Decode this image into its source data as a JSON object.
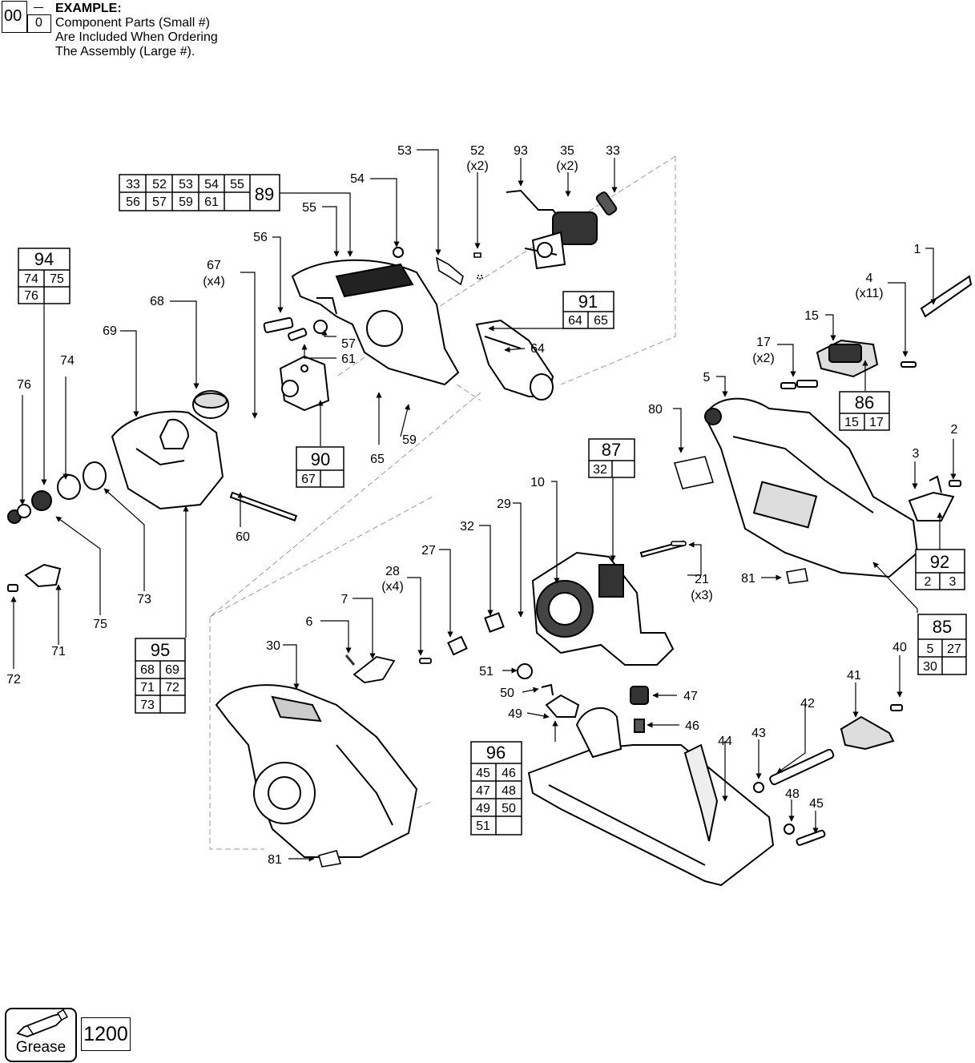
{
  "example": {
    "big": "00",
    "small": "0",
    "title": "EXAMPLE:",
    "line1": "Component Parts (Small #)",
    "line2": "Are Included When Ordering",
    "line3": "The Assembly (Large #)."
  },
  "callouts": [
    {
      "id": "c53",
      "text": "53"
    },
    {
      "id": "c52",
      "text": "52",
      "sub": "(x2)"
    },
    {
      "id": "c93",
      "text": "93"
    },
    {
      "id": "c35",
      "text": "35",
      "sub": "(x2)"
    },
    {
      "id": "c33",
      "text": "33"
    },
    {
      "id": "c54",
      "text": "54"
    },
    {
      "id": "c55",
      "text": "55"
    },
    {
      "id": "c56",
      "text": "56"
    },
    {
      "id": "c67",
      "text": "67",
      "sub": "(x4)"
    },
    {
      "id": "c68",
      "text": "68"
    },
    {
      "id": "c69",
      "text": "69"
    },
    {
      "id": "c74",
      "text": "74"
    },
    {
      "id": "c76",
      "text": "76"
    },
    {
      "id": "c57",
      "text": "57"
    },
    {
      "id": "c61",
      "text": "61"
    },
    {
      "id": "c64",
      "text": "64"
    },
    {
      "id": "c65",
      "text": "65"
    },
    {
      "id": "c59",
      "text": "59"
    },
    {
      "id": "c60",
      "text": "60"
    },
    {
      "id": "c73",
      "text": "73"
    },
    {
      "id": "c75",
      "text": "75"
    },
    {
      "id": "c71",
      "text": "71"
    },
    {
      "id": "c72",
      "text": "72"
    },
    {
      "id": "c1",
      "text": "1"
    },
    {
      "id": "c4",
      "text": "4",
      "sub": "(x11)"
    },
    {
      "id": "c15",
      "text": "15"
    },
    {
      "id": "c17",
      "text": "17",
      "sub": "(x2)"
    },
    {
      "id": "c5",
      "text": "5"
    },
    {
      "id": "c80",
      "text": "80"
    },
    {
      "id": "c2",
      "text": "2"
    },
    {
      "id": "c3",
      "text": "3"
    },
    {
      "id": "c10",
      "text": "10"
    },
    {
      "id": "c29",
      "text": "29"
    },
    {
      "id": "c32",
      "text": "32"
    },
    {
      "id": "c27",
      "text": "27"
    },
    {
      "id": "c28",
      "text": "28",
      "sub": "(x4)"
    },
    {
      "id": "c7",
      "text": "7"
    },
    {
      "id": "c6",
      "text": "6"
    },
    {
      "id": "c21",
      "text": "21",
      "sub": "(x3)"
    },
    {
      "id": "c81a",
      "text": "81"
    },
    {
      "id": "c30",
      "text": "30"
    },
    {
      "id": "c51",
      "text": "51"
    },
    {
      "id": "c50",
      "text": "50"
    },
    {
      "id": "c49",
      "text": "49"
    },
    {
      "id": "c47",
      "text": "47"
    },
    {
      "id": "c46",
      "text": "46"
    },
    {
      "id": "c44",
      "text": "44"
    },
    {
      "id": "c43",
      "text": "43"
    },
    {
      "id": "c42",
      "text": "42"
    },
    {
      "id": "c41",
      "text": "41"
    },
    {
      "id": "c40",
      "text": "40"
    },
    {
      "id": "c48",
      "text": "48"
    },
    {
      "id": "c45",
      "text": "45"
    },
    {
      "id": "c81b",
      "text": "81"
    }
  ],
  "assemblies": [
    {
      "id": "a89",
      "number": "89",
      "parts": [
        "33",
        "52",
        "53",
        "54",
        "55",
        "56",
        "57",
        "59",
        "61",
        ""
      ]
    },
    {
      "id": "a94",
      "number": "94",
      "parts": [
        "74",
        "75",
        "76",
        ""
      ]
    },
    {
      "id": "a91",
      "number": "91",
      "parts": [
        "64",
        "65"
      ]
    },
    {
      "id": "a90",
      "number": "90",
      "parts": [
        "67",
        ""
      ]
    },
    {
      "id": "a86",
      "number": "86",
      "parts": [
        "15",
        "17"
      ]
    },
    {
      "id": "a87",
      "number": "87",
      "parts": [
        "32",
        ""
      ]
    },
    {
      "id": "a92",
      "number": "92",
      "parts": [
        "2",
        "3"
      ]
    },
    {
      "id": "a85",
      "number": "85",
      "parts": [
        "5",
        "27",
        "30",
        ""
      ]
    },
    {
      "id": "a95",
      "number": "95",
      "parts": [
        "68",
        "69",
        "71",
        "72",
        "73",
        ""
      ]
    },
    {
      "id": "a96",
      "number": "96",
      "parts": [
        "45",
        "46",
        "47",
        "48",
        "49",
        "50",
        "51",
        ""
      ]
    }
  ],
  "legend": {
    "grease_label": "Grease",
    "grease_icon": "grease-tube-icon",
    "reference": "1200"
  }
}
